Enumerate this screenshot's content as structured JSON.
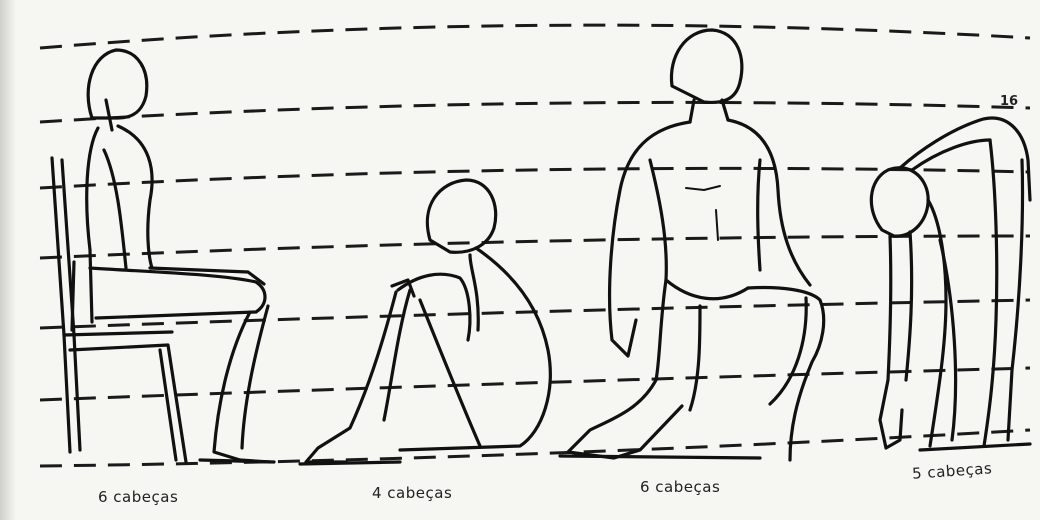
{
  "page_number": "16",
  "figures": [
    {
      "label": "6 cabeças"
    },
    {
      "label": "4 cabeças"
    },
    {
      "label": "6 cabeças"
    },
    {
      "label": "5 cabeças"
    }
  ]
}
